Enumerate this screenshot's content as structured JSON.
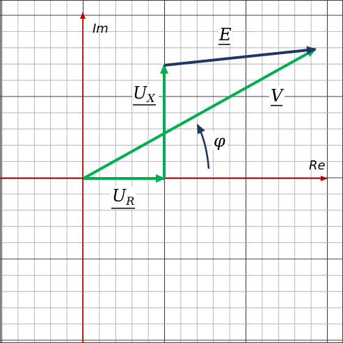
{
  "axes": {
    "real_label": "Re",
    "imag_label": "Im",
    "axis_color": "#c00000"
  },
  "grid": {
    "minor_color": "#a6a6a6",
    "major_color": "#404040"
  },
  "vectors": {
    "U_R": {
      "symbol": "U",
      "subscript": "R",
      "color": "#00b050"
    },
    "U_X": {
      "symbol": "U",
      "subscript": "X",
      "color": "#00b050"
    },
    "V": {
      "symbol": "V",
      "color": "#00b050"
    },
    "E": {
      "symbol": "E",
      "color": "#1f3864"
    }
  },
  "angle": {
    "symbol": "φ",
    "color": "#1f3864"
  }
}
